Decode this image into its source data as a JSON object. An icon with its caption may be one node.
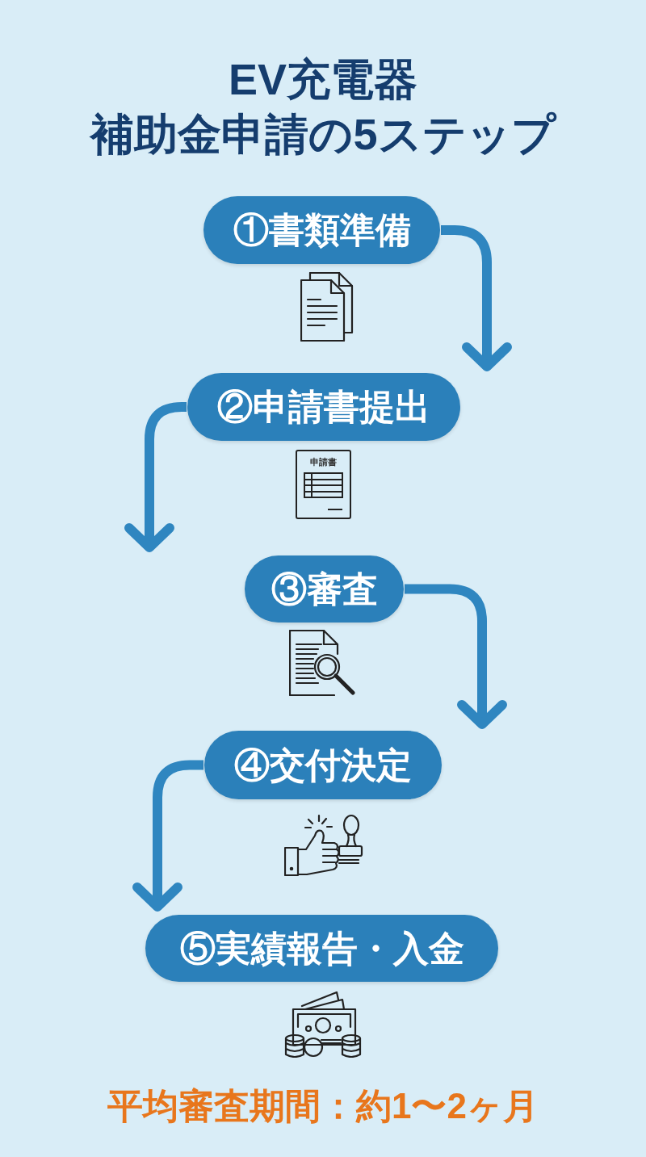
{
  "diagram": {
    "title": "EV充電器補助金申請の5ステップ",
    "nodes": [
      {
        "text": [
          "①書類準備"
        ]
      },
      {
        "text": [
          "②申請書提出"
        ]
      },
      {
        "text": [
          "③審査"
        ]
      },
      {
        "text": [
          "④交付決定"
        ]
      },
      {
        "text": [
          "⑤実績報告・入金"
        ]
      }
    ],
    "edges": [
      {
        "from": 0,
        "to": 1,
        "arrow": "to"
      },
      {
        "from": 1,
        "to": 2,
        "arrow": "to"
      },
      {
        "from": 2,
        "to": 3,
        "arrow": "to"
      },
      {
        "from": 3,
        "to": 4,
        "arrow": "to"
      }
    ],
    "labels": [
      "申請書",
      "平均審査期間：約1〜2ヶ月"
    ]
  }
}
